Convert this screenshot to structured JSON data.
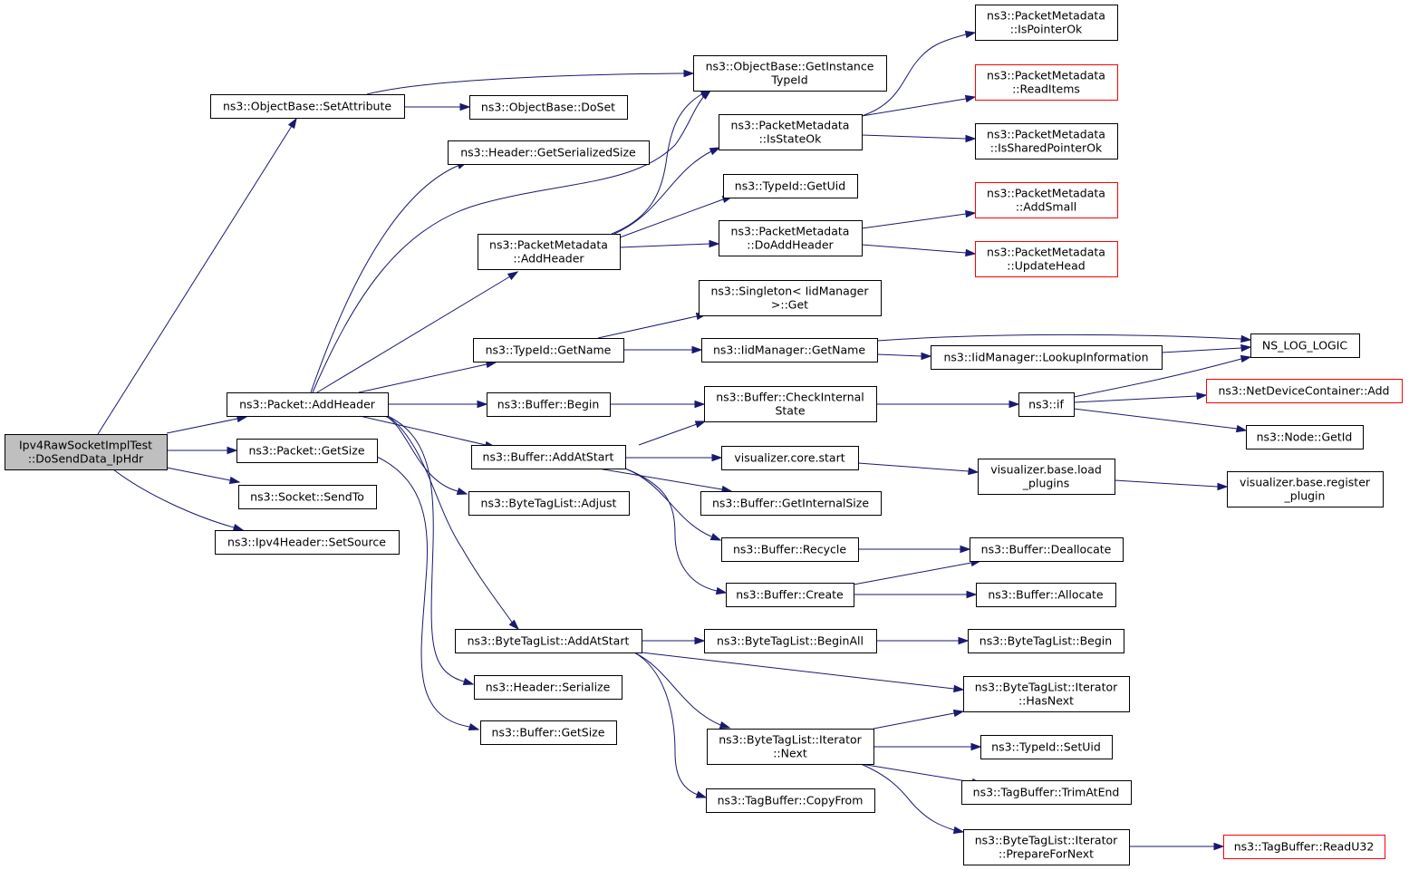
{
  "colors": {
    "root_fill": "#bfbfbf",
    "node_fill": "#ffffff",
    "node_border": "#000000",
    "truncated_border": "#ff0000",
    "edge": "#191970"
  },
  "nodes": [
    {
      "id": "root",
      "lines": [
        "Ipv4RawSocketImplTest",
        "::DoSendData_IpHdr"
      ],
      "root": true
    },
    {
      "id": "setattr",
      "lines": [
        "ns3::ObjectBase::SetAttribute"
      ]
    },
    {
      "id": "addheader",
      "lines": [
        "ns3::Packet::AddHeader"
      ]
    },
    {
      "id": "pkt_getsize",
      "lines": [
        "ns3::Packet::GetSize"
      ]
    },
    {
      "id": "sendto",
      "lines": [
        "ns3::Socket::SendTo"
      ]
    },
    {
      "id": "setsource",
      "lines": [
        "ns3::Ipv4Header::SetSource"
      ]
    },
    {
      "id": "getinstancetypeid",
      "lines": [
        "ns3::ObjectBase::GetInstance",
        "TypeId"
      ]
    },
    {
      "id": "doset",
      "lines": [
        "ns3::ObjectBase::DoSet"
      ]
    },
    {
      "id": "getserializedsize",
      "lines": [
        "ns3::Header::GetSerializedSize"
      ]
    },
    {
      "id": "pm_addheader",
      "lines": [
        "ns3::PacketMetadata",
        "::AddHeader"
      ]
    },
    {
      "id": "typeid_getname",
      "lines": [
        "ns3::TypeId::GetName"
      ]
    },
    {
      "id": "buffer_begin",
      "lines": [
        "ns3::Buffer::Begin"
      ]
    },
    {
      "id": "buffer_addatstart",
      "lines": [
        "ns3::Buffer::AddAtStart"
      ]
    },
    {
      "id": "btl_adjust",
      "lines": [
        "ns3::ByteTagList::Adjust"
      ]
    },
    {
      "id": "btl_addatstart",
      "lines": [
        "ns3::ByteTagList::AddAtStart"
      ]
    },
    {
      "id": "header_serialize",
      "lines": [
        "ns3::Header::Serialize"
      ]
    },
    {
      "id": "buffer_getsize",
      "lines": [
        "ns3::Buffer::GetSize"
      ]
    },
    {
      "id": "pm_isstateok",
      "lines": [
        "ns3::PacketMetadata",
        "::IsStateOk"
      ]
    },
    {
      "id": "typeid_getuid",
      "lines": [
        "ns3::TypeId::GetUid"
      ]
    },
    {
      "id": "pm_doaddheader",
      "lines": [
        "ns3::PacketMetadata",
        "::DoAddHeader"
      ]
    },
    {
      "id": "singleton_get",
      "lines": [
        "ns3::Singleton< IidManager",
        ">::Get"
      ]
    },
    {
      "id": "iid_getname",
      "lines": [
        "ns3::IidManager::GetName"
      ]
    },
    {
      "id": "buffer_checkinternal",
      "lines": [
        "ns3::Buffer::CheckInternal",
        "State"
      ]
    },
    {
      "id": "viz_core_start",
      "lines": [
        "visualizer.core.start"
      ]
    },
    {
      "id": "buffer_getinternalsize",
      "lines": [
        "ns3::Buffer::GetInternalSize"
      ]
    },
    {
      "id": "buffer_recycle",
      "lines": [
        "ns3::Buffer::Recycle"
      ]
    },
    {
      "id": "buffer_create",
      "lines": [
        "ns3::Buffer::Create"
      ]
    },
    {
      "id": "btl_beginall",
      "lines": [
        "ns3::ByteTagList::BeginAll"
      ]
    },
    {
      "id": "btl_iter_next",
      "lines": [
        "ns3::ByteTagList::Iterator",
        "::Next"
      ]
    },
    {
      "id": "tagbuffer_copyfrom",
      "lines": [
        "ns3::TagBuffer::CopyFrom"
      ]
    },
    {
      "id": "pm_ispointerok",
      "lines": [
        "ns3::PacketMetadata",
        "::IsPointerOk"
      ]
    },
    {
      "id": "pm_readitems",
      "lines": [
        "ns3::PacketMetadata",
        "::ReadItems"
      ],
      "truncated": true
    },
    {
      "id": "pm_issharedpointerok",
      "lines": [
        "ns3::PacketMetadata",
        "::IsSharedPointerOk"
      ]
    },
    {
      "id": "pm_addsmall",
      "lines": [
        "ns3::PacketMetadata",
        "::AddSmall"
      ],
      "truncated": true
    },
    {
      "id": "pm_updatehead",
      "lines": [
        "ns3::PacketMetadata",
        "::UpdateHead"
      ],
      "truncated": true
    },
    {
      "id": "iid_lookupinformation",
      "lines": [
        "ns3::IidManager::LookupInformation"
      ]
    },
    {
      "id": "ns3_if",
      "lines": [
        "ns3::if"
      ]
    },
    {
      "id": "viz_base_loadplugins",
      "lines": [
        "visualizer.base.load",
        "_plugins"
      ]
    },
    {
      "id": "buffer_deallocate",
      "lines": [
        "ns3::Buffer::Deallocate"
      ]
    },
    {
      "id": "buffer_allocate",
      "lines": [
        "ns3::Buffer::Allocate"
      ]
    },
    {
      "id": "btl_begin",
      "lines": [
        "ns3::ByteTagList::Begin"
      ]
    },
    {
      "id": "btl_iter_hasnext",
      "lines": [
        "ns3::ByteTagList::Iterator",
        "::HasNext"
      ]
    },
    {
      "id": "typeid_setuid",
      "lines": [
        "ns3::TypeId::SetUid"
      ]
    },
    {
      "id": "tagbuffer_trimatend",
      "lines": [
        "ns3::TagBuffer::TrimAtEnd"
      ]
    },
    {
      "id": "btl_iter_prepare",
      "lines": [
        "ns3::ByteTagList::Iterator",
        "::PrepareForNext"
      ]
    },
    {
      "id": "ns_log_logic",
      "lines": [
        "NS_LOG_LOGIC"
      ]
    },
    {
      "id": "netdevicecontainer_add",
      "lines": [
        "ns3::NetDeviceContainer::Add"
      ],
      "truncated": true
    },
    {
      "id": "node_getid",
      "lines": [
        "ns3::Node::GetId"
      ]
    },
    {
      "id": "viz_base_registerplugin",
      "lines": [
        "visualizer.base.register",
        "_plugin"
      ]
    },
    {
      "id": "tagbuffer_readu32",
      "lines": [
        "ns3::TagBuffer::ReadU32"
      ],
      "truncated": true
    }
  ]
}
